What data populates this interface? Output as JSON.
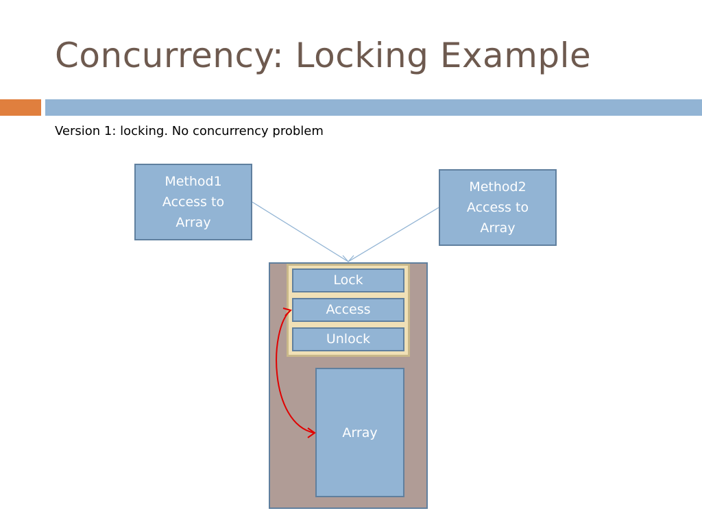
{
  "slide": {
    "title": "Concurrency: Locking Example",
    "subtitle": "Version 1: locking. No concurrency problem"
  },
  "diagram": {
    "method1": {
      "line1": "Method1",
      "line2": "Access to",
      "line3": "Array"
    },
    "method2": {
      "line1": "Method2",
      "line2": "Access to",
      "line3": "Array"
    },
    "steps": {
      "lock": "Lock",
      "access": "Access",
      "unlock": "Unlock"
    },
    "array": "Array"
  },
  "colors": {
    "title": "#6e5a4f",
    "accent_bar": "#e07f3e",
    "main_bar": "#92b4d4",
    "box_fill": "#92b4d4",
    "box_border": "#5f7f9e",
    "container_fill": "#b09c96",
    "lock_group_fill": "#f0e0b6",
    "arrow_connector": "#92b4d4",
    "arrow_loop": "#e00000"
  }
}
